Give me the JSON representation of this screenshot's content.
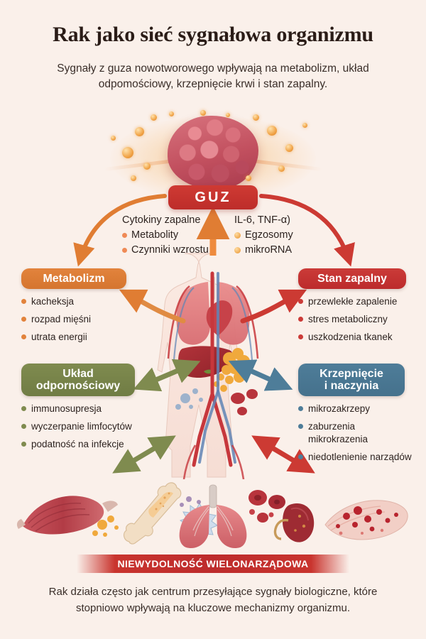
{
  "header": {
    "title": "Rak jako sieć sygnałowa organizmu",
    "subtitle": "Sygnały z guza nowotworowego wpływają na metabolizm, układ odpomościowy, krzepnięcie krwi i stan zapalny."
  },
  "tumor": {
    "label": "GUZ",
    "color": "#c9342e",
    "particle_color": "#ef9a3c"
  },
  "mediators": {
    "left": [
      {
        "text": "Cytokiny zapalne",
        "bullet": false
      },
      {
        "text": "Metabolity",
        "bullet": true
      },
      {
        "text": "Czynniki wzrostu",
        "bullet": true
      }
    ],
    "right": [
      {
        "text": "IL-6, TNF-α)",
        "bullet": false
      },
      {
        "text": "Egzosomy",
        "bullet": true
      },
      {
        "text": "mikroRNA",
        "bullet": true
      }
    ]
  },
  "boxes": {
    "metabolizm": {
      "title": "Metabolizm",
      "color": "#db7c34",
      "items": [
        "kacheksja",
        "rozpad mięśni",
        "utrata energii"
      ]
    },
    "stan_zapalny": {
      "title": "Stan zapalny",
      "color": "#c9342e",
      "items": [
        "przewlekłe zapalenie",
        "stres metaboliczny",
        "uszkodzenia tkanek"
      ]
    },
    "uklad_odpornosciowy": {
      "title_line1": "Układ",
      "title_line2": "odpornościowy",
      "color": "#7b8749",
      "items": [
        "immunosupresja",
        "wyczerpanie limfocytów",
        "podatność na infekcje"
      ]
    },
    "krzepniecie": {
      "title_line1": "Krzepnięcie",
      "title_line2": "i naczynia",
      "color": "#4a7995",
      "items": [
        "mikrozakrzepy",
        "zaburzenia mikrokrazenia",
        "niedotlenienie narządów"
      ]
    }
  },
  "anatomy": {
    "organs": [
      "mięsień",
      "kość",
      "leukocyt",
      "płuca",
      "nerka",
      "uszkodzona tkanka"
    ]
  },
  "banner": {
    "text": "NIEWYDOLNOŚĆ WIELONARZĄDOWA",
    "color": "#c9342e"
  },
  "footer": {
    "text": "Rak działa często jak centrum przesyłające sygnały biologiczne, które stopniowo wpływają na kluczowe mechanizmy organizmu."
  }
}
